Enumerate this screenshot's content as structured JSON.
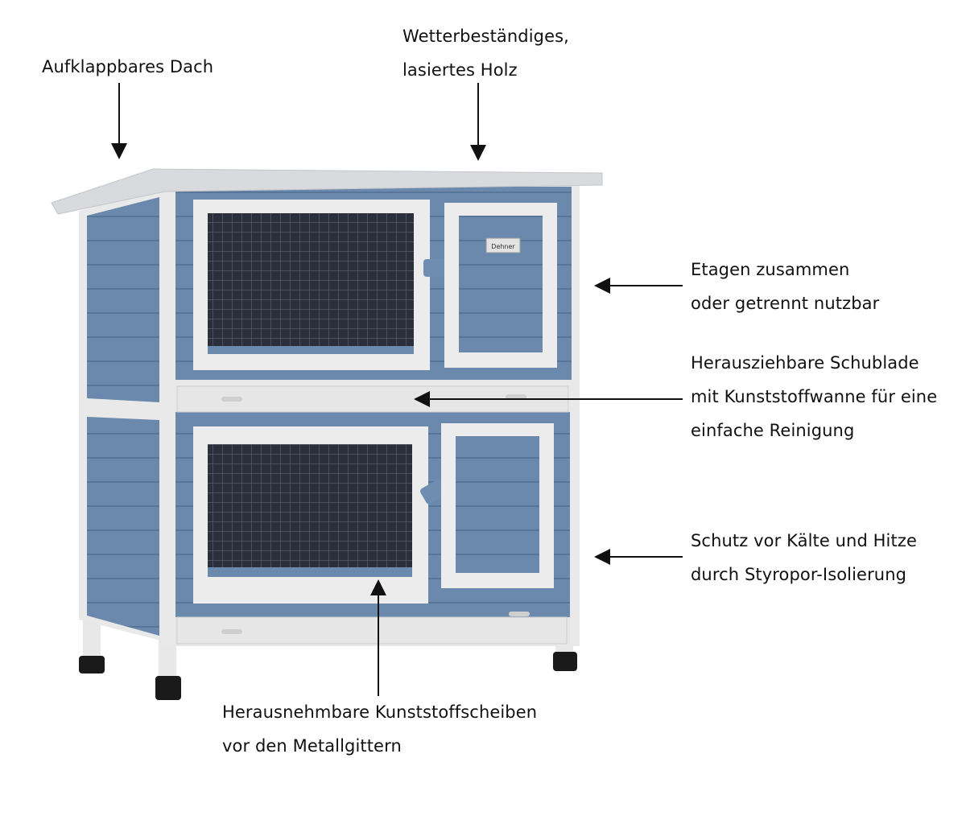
{
  "labels": {
    "roof": [
      "Aufklappbares Dach"
    ],
    "wood": [
      "Wetterbeständiges,",
      "lasiertes Holz"
    ],
    "floors": [
      "Etagen zusammen",
      "oder getrennt nutzbar"
    ],
    "drawer": [
      "Herausziehbare Schublade",
      "mit Kunststoffwanne für eine",
      "einfache Reinigung"
    ],
    "insulation": [
      "Schutz vor Kälte und Hitze",
      "durch Styropor-Isolierung"
    ],
    "panes": [
      "Herausnehmbare Kunststoffscheiben",
      "vor den Metallgittern"
    ]
  },
  "brand_badge": "Dehner",
  "colors": {
    "wood_blue": "#6b89ad",
    "frame_white": "#eeeeee",
    "mesh_dark": "#2b2f3c",
    "arrow": "#111111"
  }
}
